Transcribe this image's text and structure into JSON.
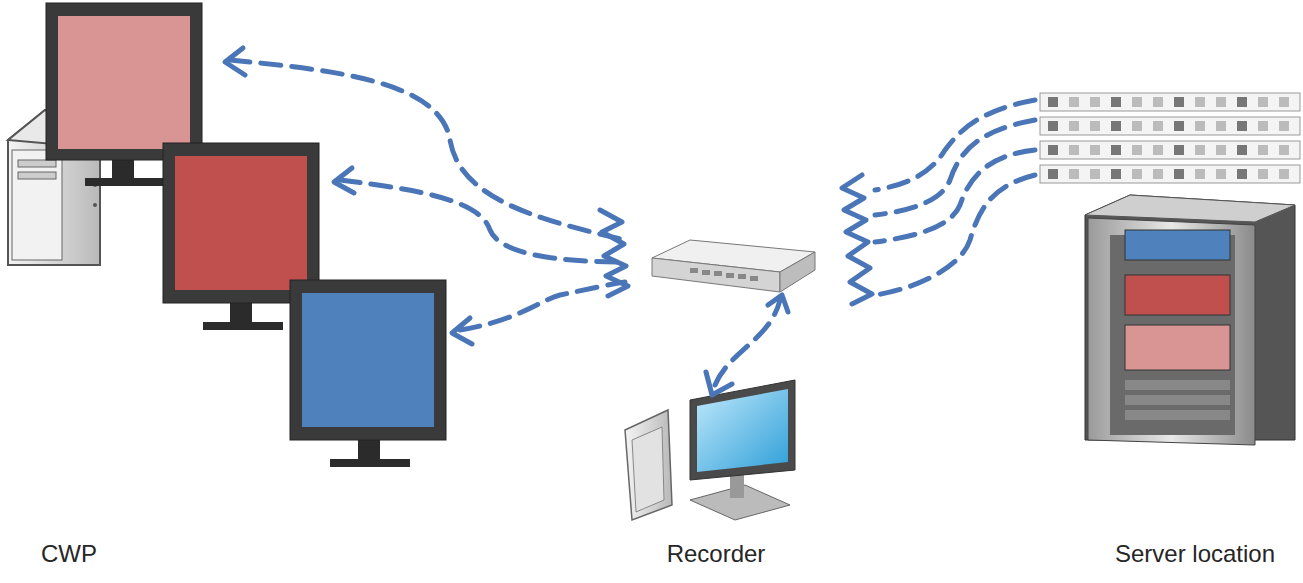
{
  "diagram": {
    "labels": [
      "CWP",
      "Recorder",
      "Server location"
    ]
  }
}
